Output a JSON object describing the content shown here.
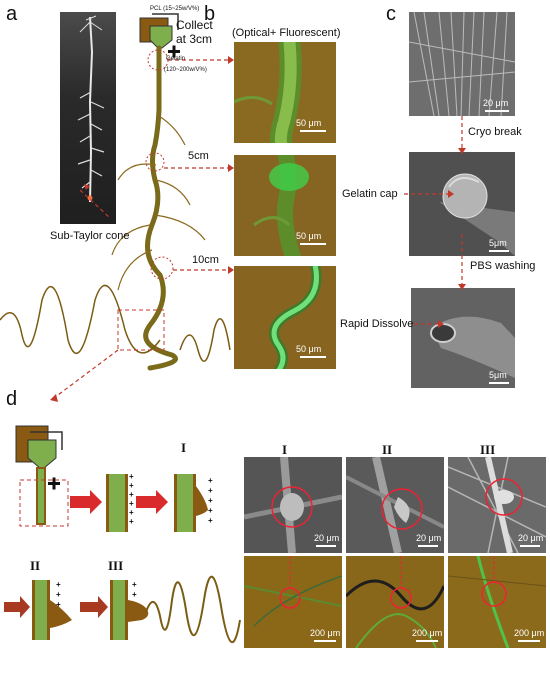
{
  "panel_labels": {
    "a": "a",
    "b": "b",
    "c": "c",
    "d": "d"
  },
  "panel_a": {
    "pcl_label": "PCL (15~25w/V%)",
    "gelatin_label": "Gelatin",
    "gelatin_conc": "(120~200w/V%)",
    "collect_label": "Collect",
    "collect_dist": "at 3cm",
    "dist_5": "5cm",
    "dist_10": "10cm",
    "cone_label": "Sub-Taylor cone",
    "plus_sign": "+"
  },
  "panel_b": {
    "header": "(Optical+ Fluorescent)",
    "scale": [
      "50 μm",
      "50 μm",
      "50 μm"
    ]
  },
  "panel_c": {
    "scale_top": "20 μm",
    "step1": "Cryo break",
    "cap_label": "Gelatin cap",
    "scale_mid": "5μm",
    "step2": "PBS washing",
    "dissolve_label": "Rapid Dissolve",
    "scale_bot": "5μm"
  },
  "panel_d": {
    "stages": [
      "I",
      "II",
      "III"
    ],
    "stage_small": [
      "I",
      "II",
      "III"
    ],
    "sem_scale": [
      "20 μm",
      "20 μm",
      "20 μm"
    ],
    "opt_scale": [
      "200 μm",
      "200 μm",
      "200 μm"
    ],
    "charge": "+"
  },
  "colors": {
    "fiber": "#7a6a1a",
    "brown": "#8b5a12",
    "green": "#7fae4c",
    "arrow_red": "#d92b2b",
    "dash_red": "#c0392b"
  }
}
